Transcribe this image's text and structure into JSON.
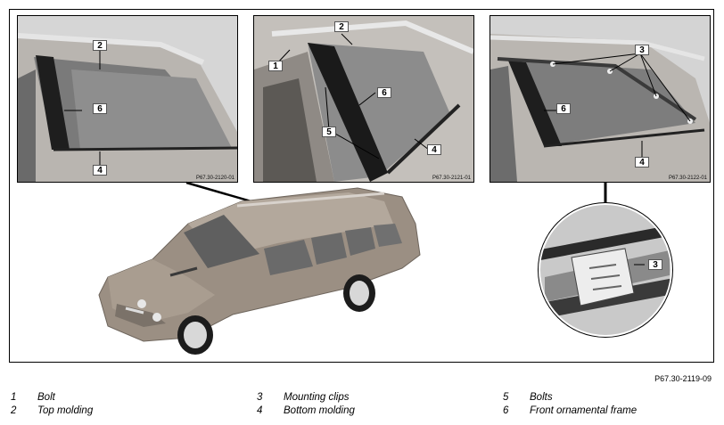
{
  "figure_id": "P67.30-2119-09",
  "panels": [
    {
      "code": "P67.30-2120-01",
      "callouts": [
        "2",
        "6",
        "4"
      ]
    },
    {
      "code": "P67.30-2121-01",
      "callouts": [
        "2",
        "1",
        "6",
        "5",
        "4"
      ]
    },
    {
      "code": "P67.30-2122-01",
      "callouts": [
        "3",
        "6",
        "4"
      ]
    }
  ],
  "detail_callout": "3",
  "legend": [
    {
      "num": "1",
      "text": "Bolt"
    },
    {
      "num": "2",
      "text": "Top molding"
    },
    {
      "num": "3",
      "text": "Mounting clips"
    },
    {
      "num": "4",
      "text": "Bottom molding"
    },
    {
      "num": "5",
      "text": "Bolts"
    },
    {
      "num": "6",
      "text": "Front ornamental frame"
    }
  ],
  "colors": {
    "car_body": "#9b8f83",
    "glass": "#6f6f6f",
    "frame": "#1a1a1a",
    "panel_bg": "#cfcfcf"
  }
}
